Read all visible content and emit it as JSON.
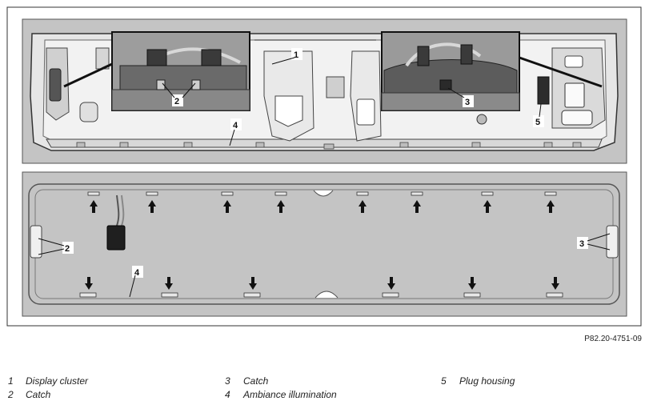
{
  "callouts": {
    "c1": "1",
    "c2_top": "2",
    "c3_top": "3",
    "c4_top": "4",
    "c5": "5",
    "c2_bottom": "2",
    "c3_bottom": "3",
    "c4_bottom": "4"
  },
  "reference_code": "P82.20-4751-09",
  "legend": [
    {
      "num": "1",
      "text": "Display cluster"
    },
    {
      "num": "2",
      "text": "Catch"
    },
    {
      "num": "3",
      "text": "Catch"
    },
    {
      "num": "4",
      "text": "Ambiance illumination"
    },
    {
      "num": "5",
      "text": "Plug housing"
    }
  ]
}
